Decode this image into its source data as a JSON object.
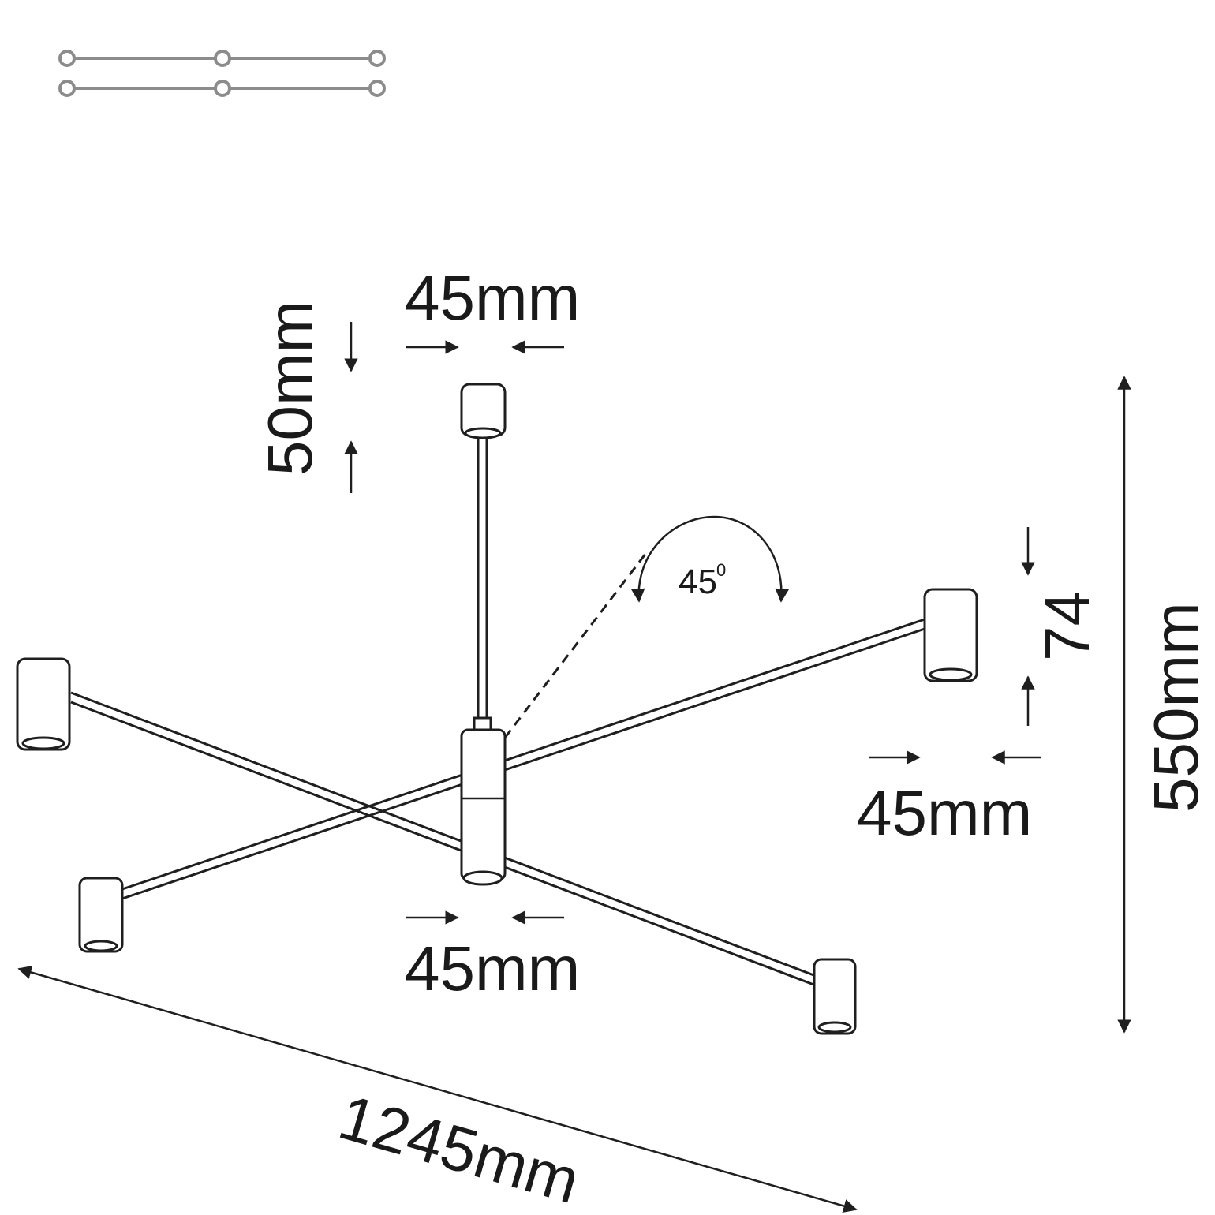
{
  "legend": {
    "line_color": "#8c8c8c",
    "rows": 2,
    "nodes_per_row": 3
  },
  "dimensions": {
    "canopy_height": "50mm",
    "canopy_width": "45mm",
    "shade_height": "74",
    "shade_width": "45mm",
    "center_width": "45mm",
    "total_height": "550mm",
    "total_span": "1245mm",
    "angle_value": "45",
    "angle_unit": "0"
  },
  "colors": {
    "stroke": "#1f1f1f",
    "legend": "#8c8c8c",
    "background": "#ffffff"
  }
}
